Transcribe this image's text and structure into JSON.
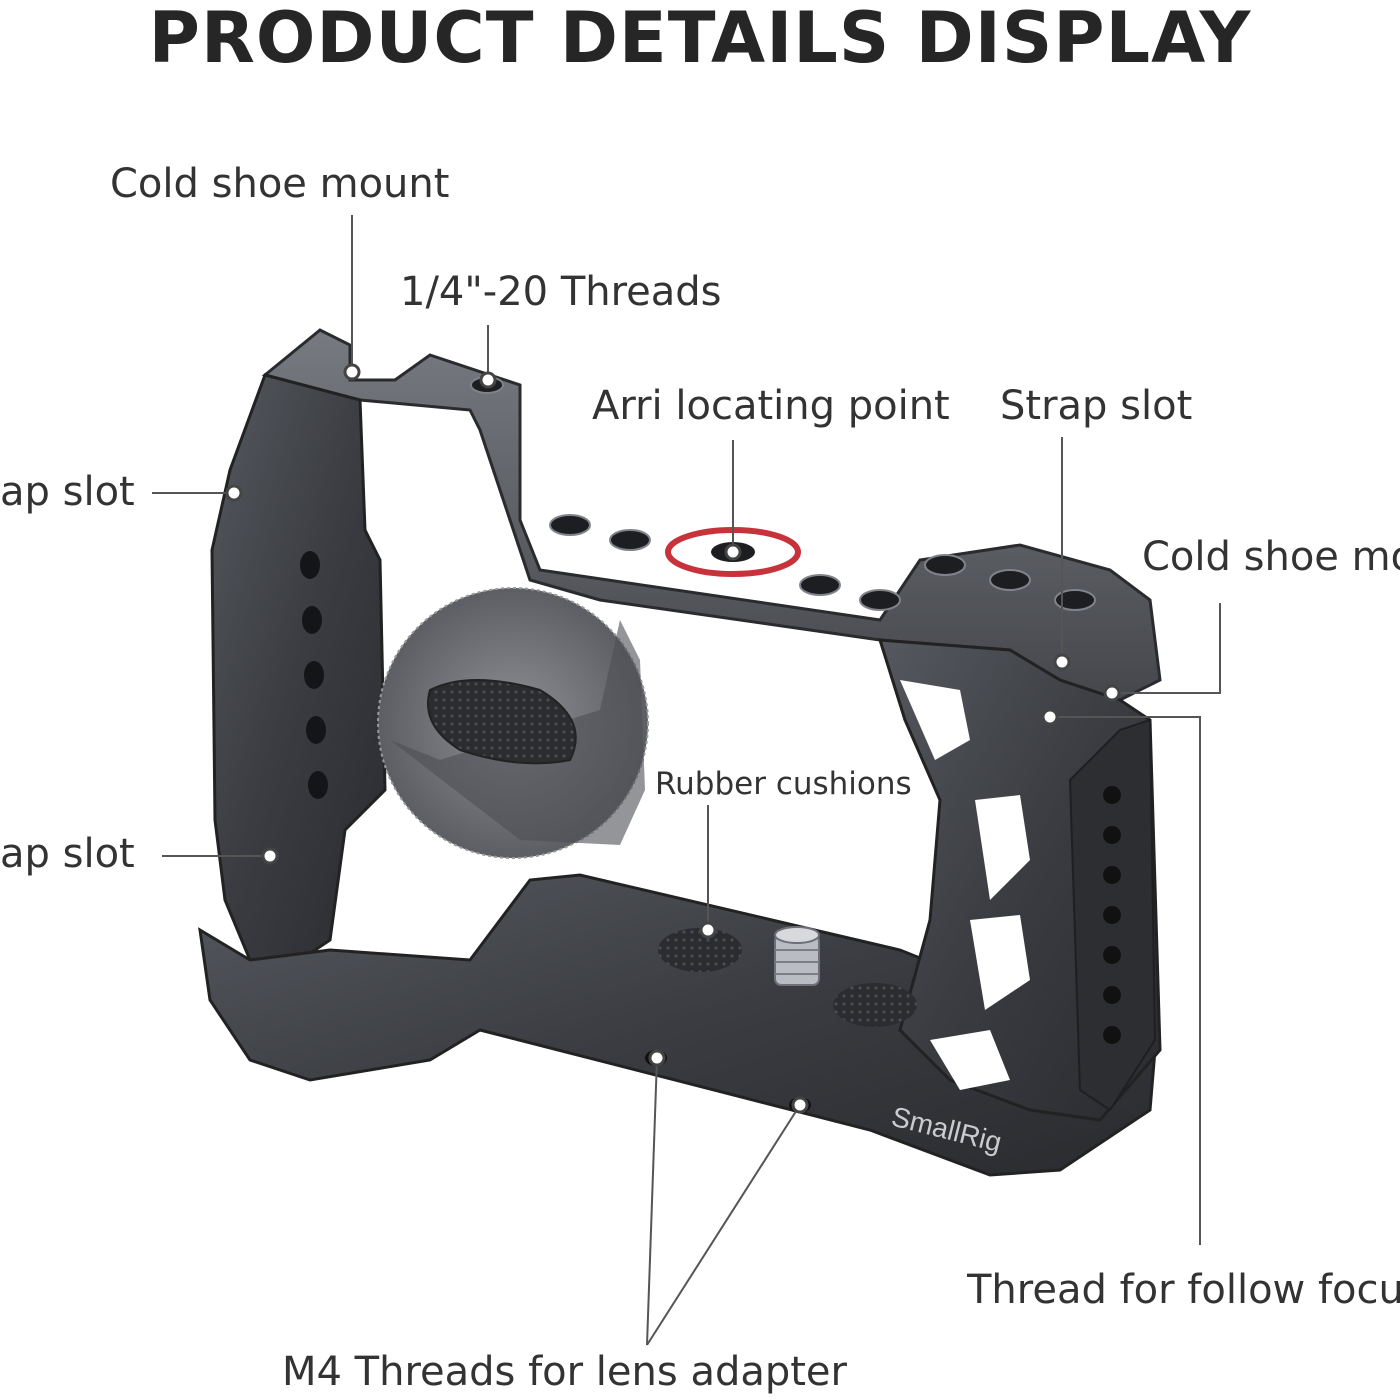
{
  "title": "PRODUCT DETAILS DISPLAY",
  "labels": {
    "cold_shoe_mount_left": "Cold shoe mount",
    "threads_quarter_20": "1/4\"-20 Threads",
    "arri_locating_point": "Arri locating point",
    "strap_slot_right": "Strap slot",
    "strap_slot_left_upper": "ap slot",
    "cold_shoe_mount_right": "Cold shoe mo",
    "strap_slot_left_lower": "ap slot",
    "rubber_cushions": "Rubber cushions",
    "thread_follow_focus": "Thread for follow focus",
    "m4_threads": "M4 Threads for lens adapter"
  },
  "brand_engraving": "SmallRig",
  "colors": {
    "cage_metal": "#3b3d42",
    "cage_highlight": "#6c6f75",
    "arri_ring": "#c8333b",
    "leader_line": "#555555"
  }
}
